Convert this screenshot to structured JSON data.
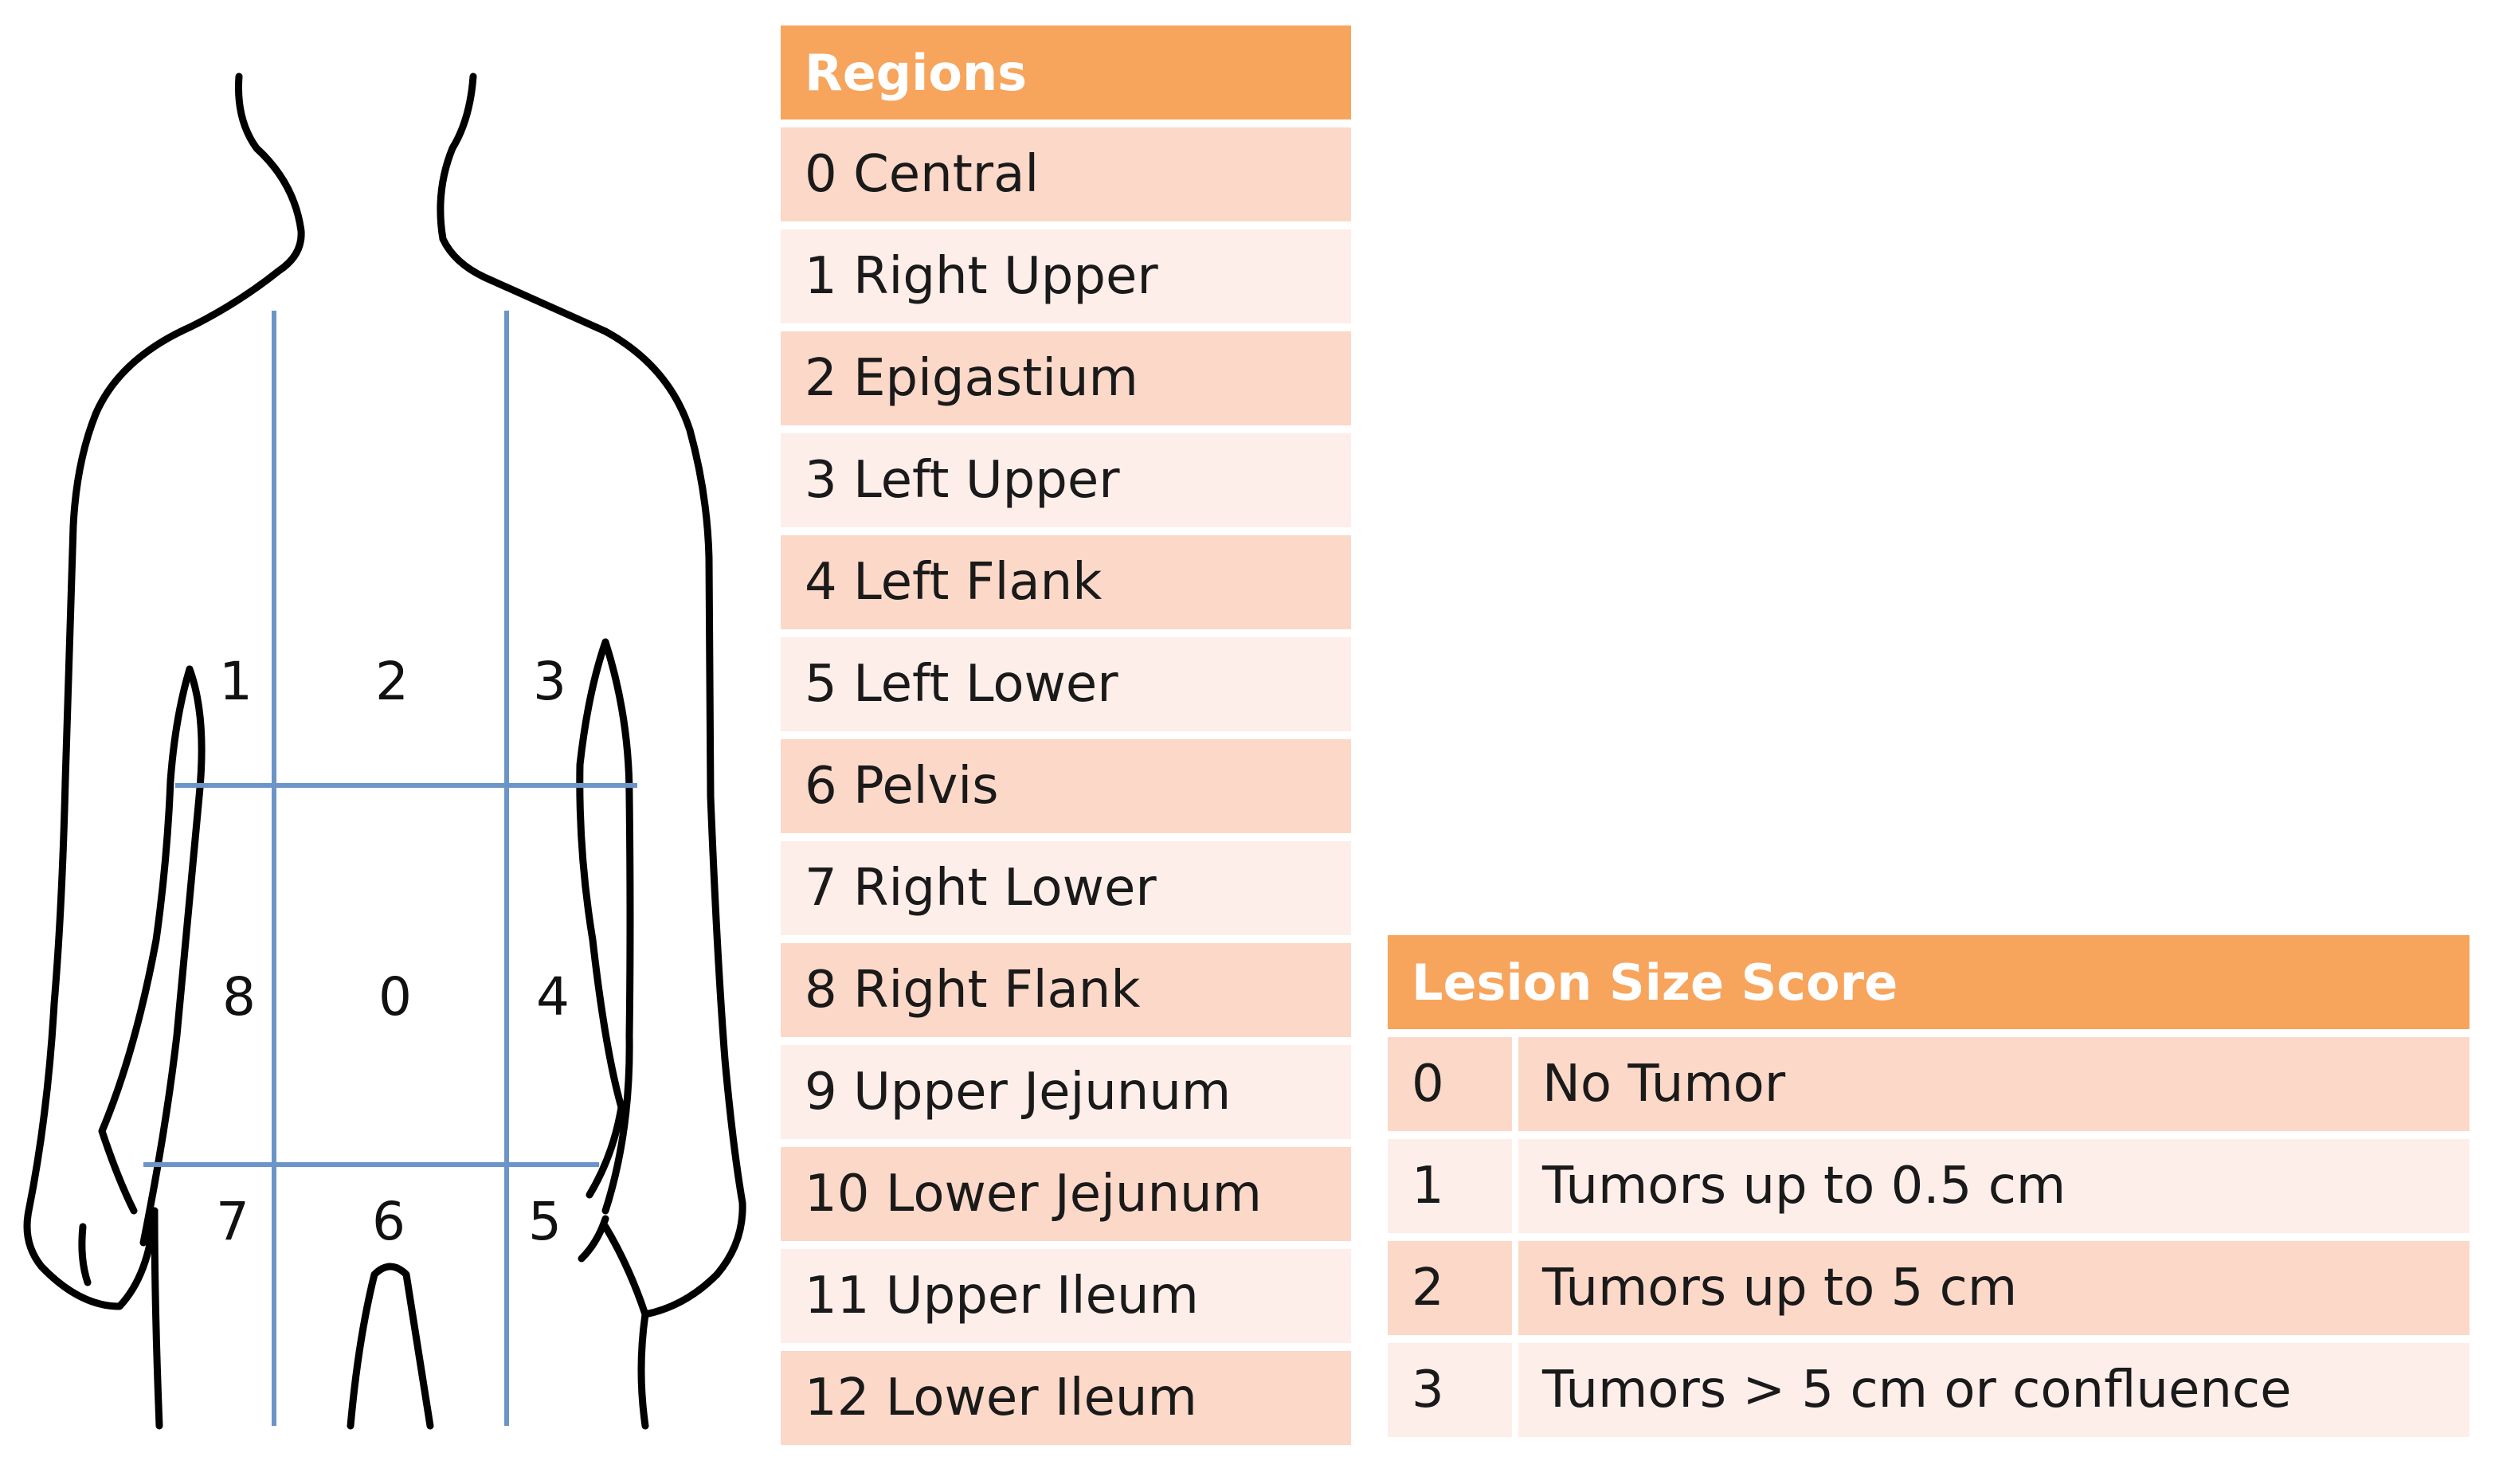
{
  "figure": {
    "region_labels": [
      "1",
      "2",
      "3",
      "8",
      "0",
      "4",
      "7",
      "6",
      "5"
    ],
    "colors": {
      "outline": "#000000",
      "grid": "#6b95c8",
      "header": "#f7a45c",
      "row_dark": "#fcd8c8",
      "row_light": "#fdeeea"
    }
  },
  "regions": {
    "header": "Regions",
    "rows": [
      "0 Central",
      "1 Right Upper",
      "2 Epigastium",
      "3 Left Upper",
      "4 Left Flank",
      "5 Left Lower",
      "6 Pelvis",
      "7 Right Lower",
      "8 Right Flank",
      "9 Upper Jejunum",
      "10 Lower Jejunum",
      "11 Upper Ileum",
      "12 Lower Ileum"
    ]
  },
  "lesion_size": {
    "header": "Lesion Size Score",
    "rows": [
      {
        "score": "0",
        "description": "No Tumor"
      },
      {
        "score": "1",
        "description": "Tumors up to 0.5 cm"
      },
      {
        "score": "2",
        "description": "Tumors up to 5 cm"
      },
      {
        "score": "3",
        "description": "Tumors > 5 cm or confluence"
      }
    ]
  }
}
